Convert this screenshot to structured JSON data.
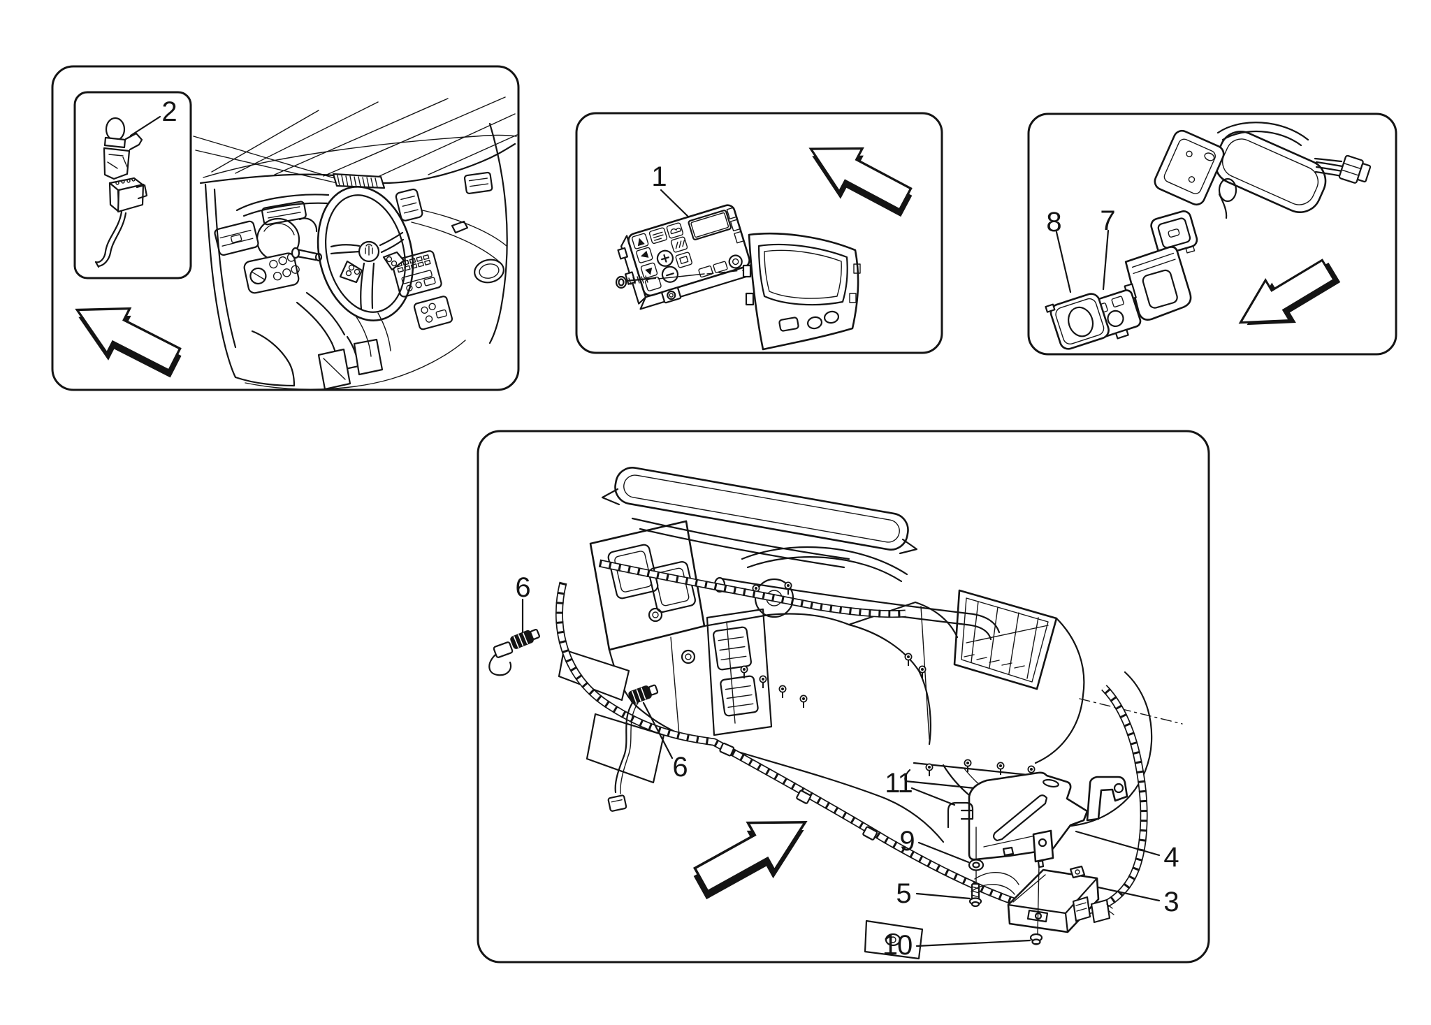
{
  "figure": {
    "type": "exploded-parts-diagram",
    "colors": {
      "background": "#ffffff",
      "line": "#141414"
    },
    "panels": {
      "interior": {
        "id": "dashboard-location-view",
        "callouts": {
          "sensor": "2"
        }
      },
      "control": {
        "id": "ac-control-unit-view",
        "callouts": {
          "unit": "1"
        }
      },
      "mirror": {
        "id": "rearview-mirror-view",
        "callouts": {
          "cover": "8",
          "sensor": "7"
        }
      },
      "hvac": {
        "id": "heater-unit-view",
        "callouts": {
          "probe_left": "6",
          "probe_right": "6",
          "clip": "11",
          "grommet": "9",
          "screw_upper": "5",
          "screw_lower": "10",
          "bracket": "4",
          "ecu": "3"
        }
      }
    }
  }
}
